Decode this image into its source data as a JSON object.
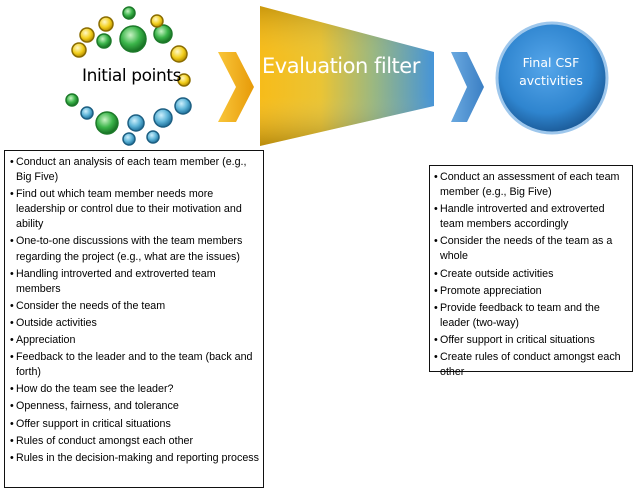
{
  "diagram": {
    "initial": {
      "label": "Initial points"
    },
    "filter": {
      "label": "Evaluation filter"
    },
    "final": {
      "line1": "Final CSF",
      "line2": "avctivities"
    },
    "bullet_glyph": "•",
    "left_list": [
      "Conduct an analysis of each team member (e.g., Big Five)",
      "Find out which team member needs more leadership or control due to   their motivation and ability",
      "One-to-one discussions with the team members regarding the project (e.g.,  what are the issues)",
      "Handling introverted and extroverted team members",
      "Consider the needs of the team",
      "Outside activities",
      "Appreciation",
      "Feedback to the leader and to the team (back and forth)",
      "How do the team see the leader?",
      "Openness, fairness, and tolerance",
      "Offer support in critical situations",
      "Rules of conduct amongst each other",
      "Rules in the decision-making and reporting process"
    ],
    "right_list": [
      "Conduct an assessment of each team member (e.g., Big Five)",
      "Handle introverted and extroverted team members accordingly",
      "Consider the needs of the team as a whole",
      "Create outside activities",
      "Promote appreciation",
      "Provide feedback to team and the leader (two-way)",
      "Offer support in critical situations",
      "Create rules of conduct amongst each other"
    ],
    "colors": {
      "funnel_left": "#f7b90e",
      "funnel_right": "#3c8fd6",
      "chevron": "#f2a60f",
      "chevron_blue": "#4c8fd0",
      "final_circle": "#2f85cf",
      "ring_blue": "#5fb5d8",
      "ring_green": "#3bb54a",
      "ring_yellow": "#f2cf1c"
    }
  }
}
